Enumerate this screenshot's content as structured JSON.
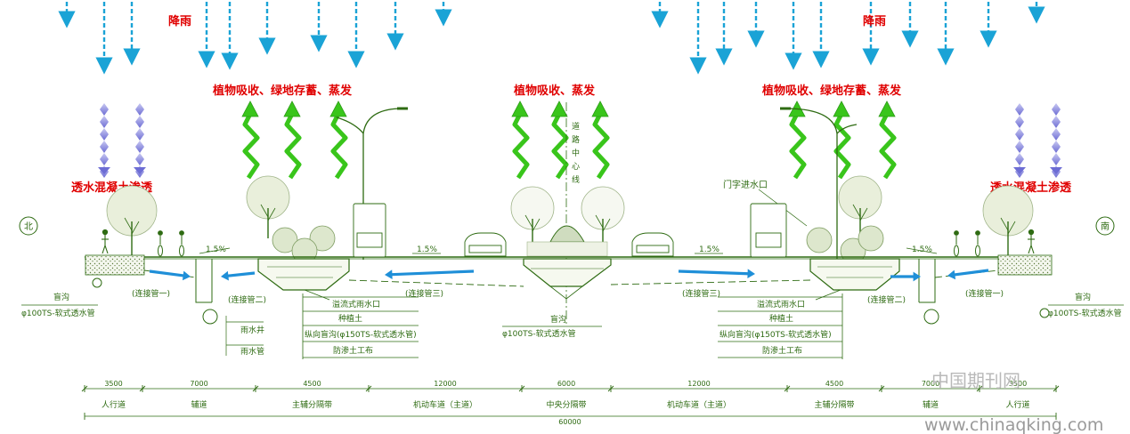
{
  "labels": {
    "rain_left": "降雨",
    "rain_right": "降雨",
    "absorb_left": "植物吸收、绿地存蓄、蒸发",
    "absorb_center": "植物吸收、蒸发",
    "absorb_right": "植物吸收、绿地存蓄、蒸发",
    "permeable_left": "透水混凝土渗透",
    "permeable_right": "透水混凝土渗透",
    "north": "北",
    "south": "南",
    "road_center_vertical": "道路中心线",
    "inlet_right": "门字进水口",
    "slope_1": "1.5%",
    "slope_2": "1.5%",
    "slope_3": "1.5%",
    "slope_4": "1.5%",
    "conn1_left": "(连接管一)",
    "conn2_left": "(连接管二)",
    "conn3_left": "(连接管三)",
    "conn3_right": "(连接管三)",
    "conn2_right": "(连接管二)",
    "conn1_right": "(连接管一)",
    "blind_ditch_left": "盲沟",
    "blind_pipe_left": "φ100TS-软式透水管",
    "blind_ditch_right": "盲沟",
    "blind_pipe_right": "φ100TS-软式透水管",
    "blind_ditch_center": "盲沟",
    "blind_pipe_center": "φ100TS-软式透水管",
    "rain_well": "雨水井",
    "rain_pipe": "雨水管",
    "overflow_left": "溢流式雨水口",
    "soil_left": "种植土",
    "long_ditch_left": "纵向盲沟(φ150TS-软式透水管)",
    "geotextile_left": "防渗土工布",
    "overflow_right": "溢流式雨水口",
    "soil_right": "种植土",
    "long_ditch_right": "纵向盲沟(φ150TS-软式透水管)",
    "geotextile_right": "防渗土工布"
  },
  "dimensions": {
    "widths": [
      "3500",
      "7000",
      "4500",
      "12000",
      "6000",
      "12000",
      "4500",
      "7000",
      "3500"
    ],
    "names": [
      "人行道",
      "辅道",
      "主辅分隔带",
      "机动车道（主道）",
      "中央分隔带",
      "机动车道（主道）",
      "主辅分隔带",
      "辅道",
      "人行道"
    ],
    "total": "60000"
  },
  "watermark": {
    "cn": "中国期刊网",
    "url": "www.chinaqking.com"
  },
  "colors": {
    "line": "#2e6b12",
    "rain_arrow": "#1aa3d6",
    "flow_arrow": "#1f8fd8",
    "red_text": "#e00000",
    "up_arrow": "#39c51b",
    "diamond": "#8888dd"
  }
}
